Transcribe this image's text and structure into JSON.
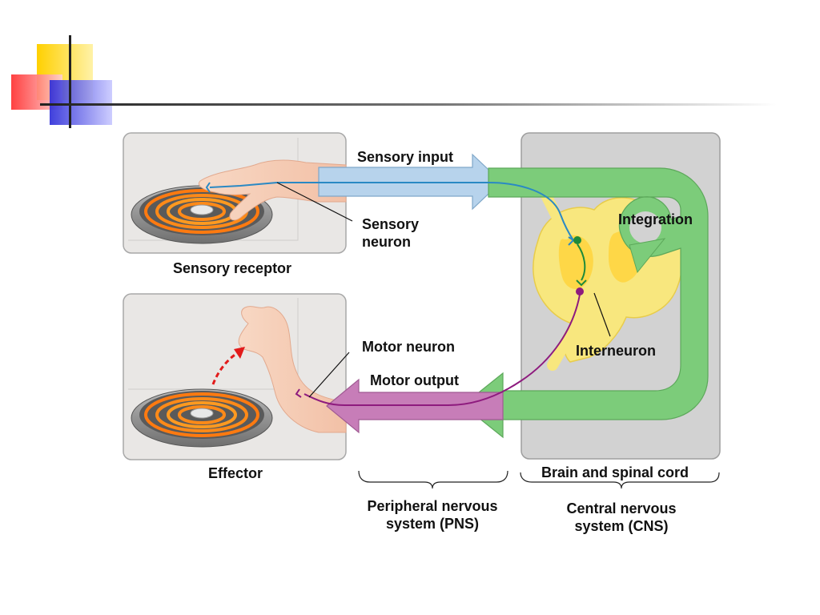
{
  "colors": {
    "sensory_arrow": "#b7d3ec",
    "motor_arrow": "#c77db8",
    "cns_loop": "#7ccc7a",
    "cns_panel": "#d2d2d2",
    "spinal_cord": "#f7e57a",
    "sensory_neuron": "#2a89c4",
    "motor_neuron": "#8e1b7e",
    "interneuron": "#1e8a3a",
    "deco_yellow": "#ffd400",
    "deco_red": "#ff3b3b",
    "deco_blue": "#3838e0"
  },
  "labels": {
    "sensory_input": "Sensory input",
    "sensory_neuron": "Sensory\nneuron",
    "integration": "Integration",
    "sensory_receptor": "Sensory receptor",
    "motor_neuron": "Motor neuron",
    "motor_output": "Motor output",
    "interneuron": "Interneuron",
    "effector": "Effector",
    "brain_spinal_cord": "Brain and spinal cord",
    "pns": "Peripheral nervous\nsystem (PNS)",
    "cns": "Central nervous\nsystem (CNS)"
  }
}
